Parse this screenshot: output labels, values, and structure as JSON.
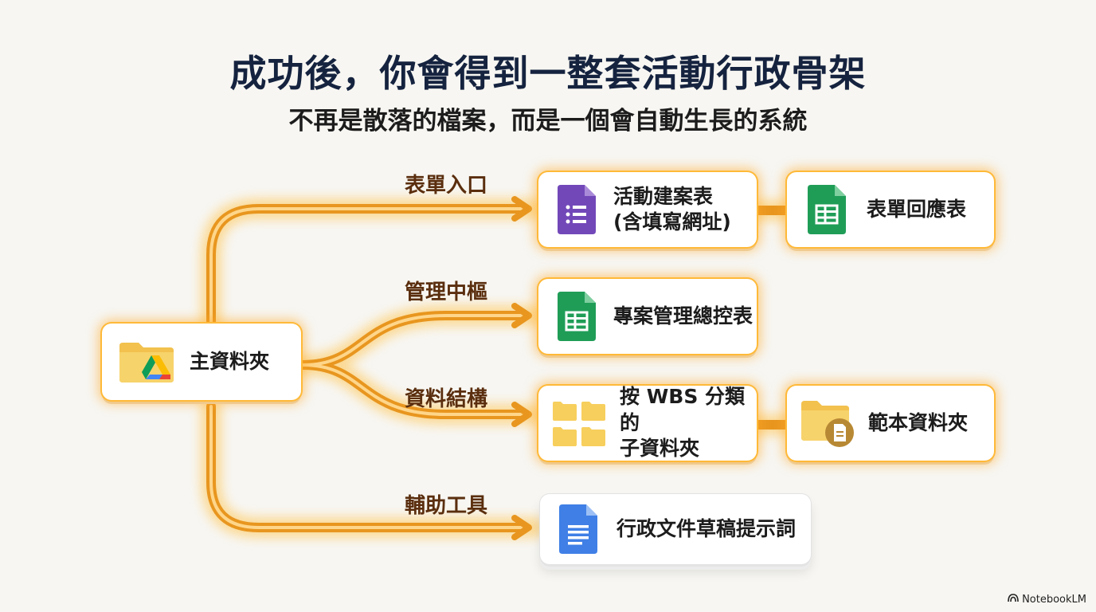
{
  "title": "成功後，你會得到一整套活動行政骨架",
  "subtitle": "不再是散落的檔案，而是一個會自動生長的系統",
  "root": {
    "label": "主資料夾",
    "icon": "google-drive-folder-icon"
  },
  "branches": [
    {
      "label": "表單入口",
      "target": {
        "label": "活動建案表\n(含填寫網址)",
        "icon": "google-forms-icon"
      },
      "next": {
        "label": "表單回應表",
        "icon": "google-sheets-icon"
      }
    },
    {
      "label": "管理中樞",
      "target": {
        "label": "專案管理總控表",
        "icon": "google-sheets-icon"
      }
    },
    {
      "label": "資料結構",
      "target": {
        "label": "按 WBS 分類的\n子資料夾",
        "icon": "folders-grid-icon"
      },
      "next": {
        "label": "範本資料夾",
        "icon": "template-folder-icon"
      }
    },
    {
      "label": "輔助工具",
      "target": {
        "label": "行政文件草稿提示詞",
        "icon": "google-docs-icon"
      }
    }
  ],
  "watermark": "NotebookLM",
  "colors": {
    "accent": "#ffb938",
    "connector": "#f2a22c",
    "title": "#15233f",
    "label": "#5a2e0e"
  }
}
